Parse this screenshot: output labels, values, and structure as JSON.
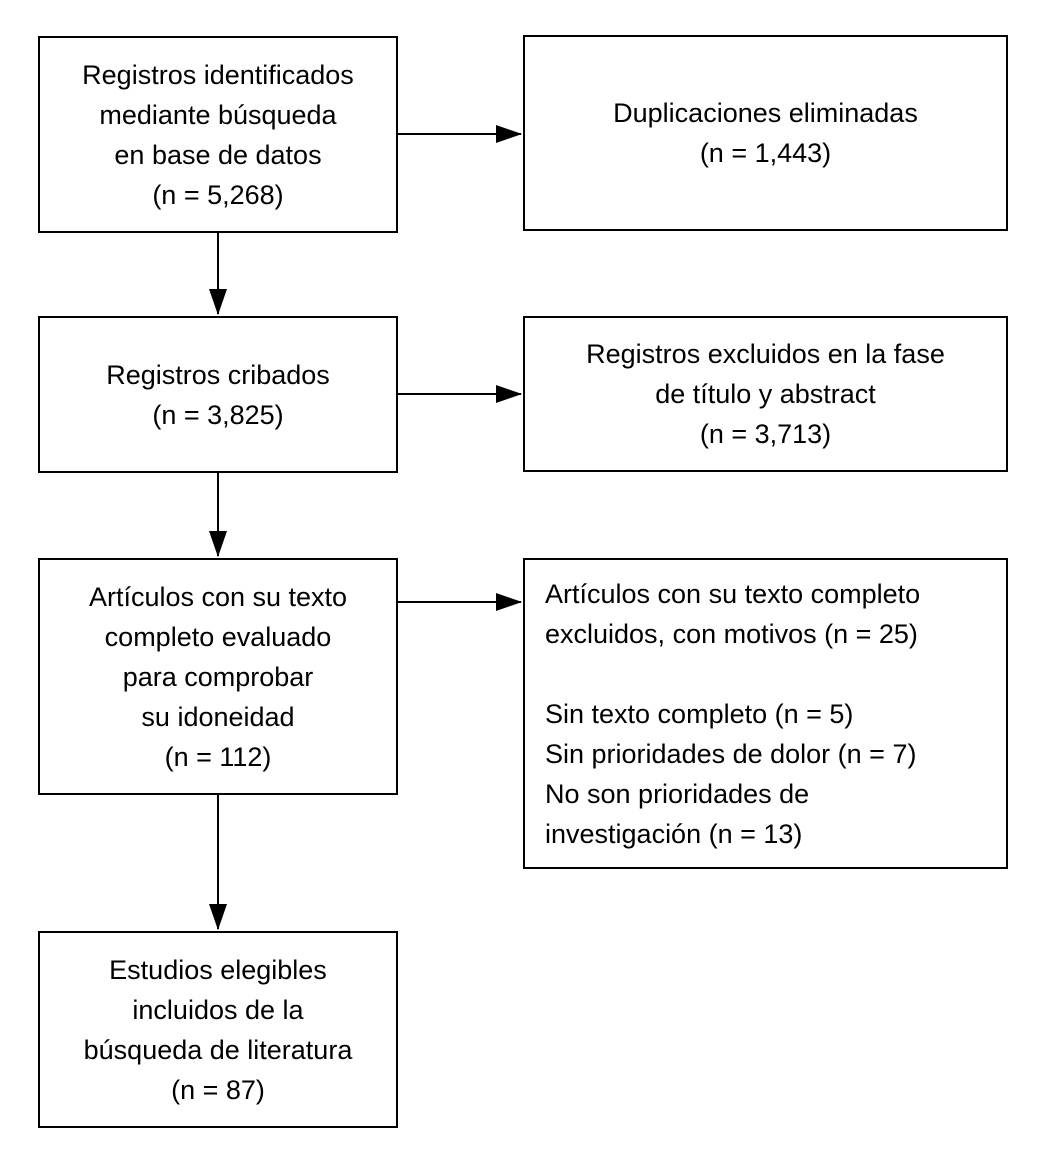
{
  "diagram": {
    "type": "flowchart",
    "language": "es",
    "colors": {
      "background": "#ffffff",
      "border": "#000000",
      "text": "#000000",
      "arrow": "#000000"
    },
    "boxes": {
      "identified": {
        "text": "Registros identificados\nmediante búsqueda\nen base de datos\n(n = 5,268)",
        "count": "5,268"
      },
      "duplicates_removed": {
        "text": "Duplicaciones eliminadas\n(n = 1,443)",
        "count": "1,443"
      },
      "screened": {
        "text": "Registros cribados\n(n = 3,825)",
        "count": "3,825"
      },
      "excluded_title_abstract": {
        "text": "Registros excluidos en la fase\nde título y abstract\n(n = 3,713)",
        "count": "3,713"
      },
      "fulltext_assessed": {
        "text": "Artículos con su texto\ncompleto evaluado\npara comprobar\nsu idoneidad\n(n = 112)",
        "count": "112"
      },
      "fulltext_excluded": {
        "text": "Artículos con su texto completo\nexcluidos, con motivos (n = 25)\n\nSin texto completo (n = 5)\nSin prioridades de dolor (n = 7)\nNo son prioridades de\ninvestigación (n = 13)",
        "count": "25"
      },
      "included": {
        "text": "Estudios elegibles\nincluidos de la\nbúsqueda de literatura\n(n = 87)",
        "count": "87"
      }
    }
  }
}
